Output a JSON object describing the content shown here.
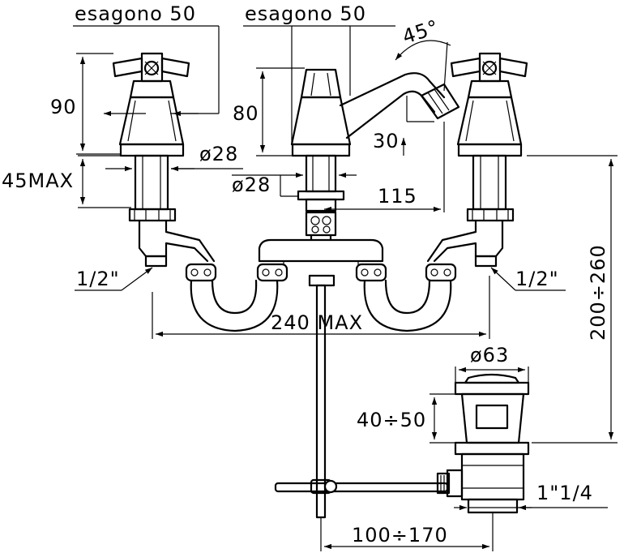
{
  "labels": {
    "hex_left": "esagono 50",
    "hex_center": "esagono 50",
    "angle": "45°",
    "height_90": "90",
    "height_80": "80",
    "dia_28_left": "ø28",
    "dia_28_center": "ø28",
    "depth_45": "45MAX",
    "dim_30": "30",
    "dim_115": "115",
    "pipe_left": "1/2\"",
    "pipe_right": "1/2\"",
    "width_240": "240  MAX",
    "height_range": "200÷260",
    "dia_63": "ø63",
    "range_40_50": "40÷50",
    "thread_size": "1\"1/4",
    "range_100_170": "100÷170"
  },
  "colors": {
    "line": "#000000",
    "background": "#ffffff"
  }
}
